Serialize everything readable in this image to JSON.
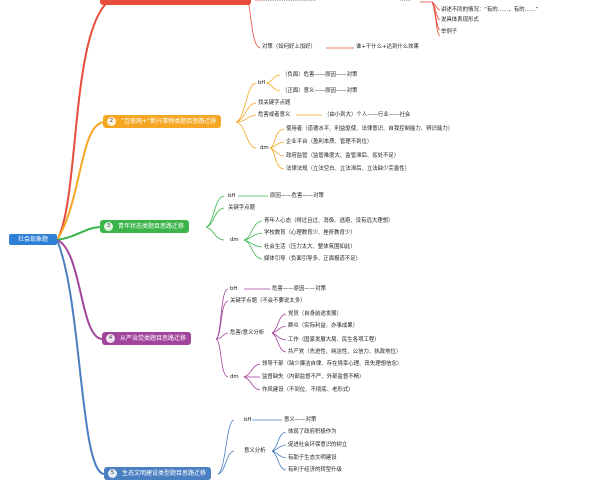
{
  "colors": {
    "root": "#2e7fd6",
    "topic1": "#e74c3c",
    "topic2": "#f5a623",
    "topic3": "#3bb44a",
    "topic4": "#a1459c",
    "topic5": "#4a7fc1"
  },
  "root": {
    "label": "社会现象题"
  },
  "topic1": {
    "frag_a": "…………………………",
    "frag_b": "……",
    "explain": "讲述不同的情况：“有的……，有的……”",
    "forms": "说具体表现形式",
    "example": "举例子",
    "countermeasure": "对策（如何好上加好）",
    "formula": "谁+干什么+达到什么效果"
  },
  "topic2": {
    "label": "“互联网+”新兴事物类题目思路迁移",
    "badge": "2",
    "bh": "bH",
    "bh_neg": "（负面）危害——原因——对策",
    "bh_pos": "（正面）意义——原因——对策",
    "keyword": "找关键字点题",
    "harm": "危害或者意义",
    "harm_chain": "（由小到大）个人——行业——社会",
    "dm": "dm",
    "user": "使用者（道德水平、利益驱使、法律意识、自我控制能力、辨识能力）",
    "platform": "企业平台（盈利本质、管理不到位）",
    "gov": "政府监管（监管难度大、监管滞后、惩处不足）",
    "law": "法律法规（立法空白、立法滞后、立法缺少完善性）"
  },
  "topic3": {
    "label": "青年状态类题目思路迁移",
    "badge": "3",
    "bh": "bH",
    "chain": "原因——危害——对策",
    "keyword": "关键字点题",
    "dm": "dm",
    "mind": "青年人心态（得过且过、消极、逃避、没有远大理想）",
    "school": "学校教育（心理教育少、挫折教育少）",
    "society": "社会生活（压力太大、整体氛围如此）",
    "media": "媒体引导（负面引导多、正面报道不足）"
  },
  "topic4": {
    "label": "从严治党类题目思路迁移",
    "badge": "4",
    "bh": "bH",
    "chain": "危害——原因——对策",
    "keyword": "关键字点题（不会不要说太多）",
    "analysis": "危害/意义分析",
    "party": "党员（自身前途发展）",
    "masses": "群众（实际利益、办事成果）",
    "work": "工作（国家发展大局、民生各项工程）",
    "cpc": "共产党（先进性、纯洁性、公信力、执政地位）",
    "dm": "dm",
    "leaders": "领导干部（缺少廉洁自律、存在侥幸心理、丧失理想信念）",
    "supervision": "监督缺失（内部监督不严、外部监督不畅）",
    "style": "作风建设（不到位、不彻底、老形式）"
  },
  "topic5": {
    "label": "生态文明建设类型题目思路迁移",
    "badge": "5",
    "bh": "bH",
    "chain": "意义——对策",
    "analysis": "意义分析",
    "i1": "体现了政府积极作为",
    "i2": "促进社会环保意识的树立",
    "i3": "有助于生态文明建设",
    "i4": "有利于经济的转型升级"
  }
}
